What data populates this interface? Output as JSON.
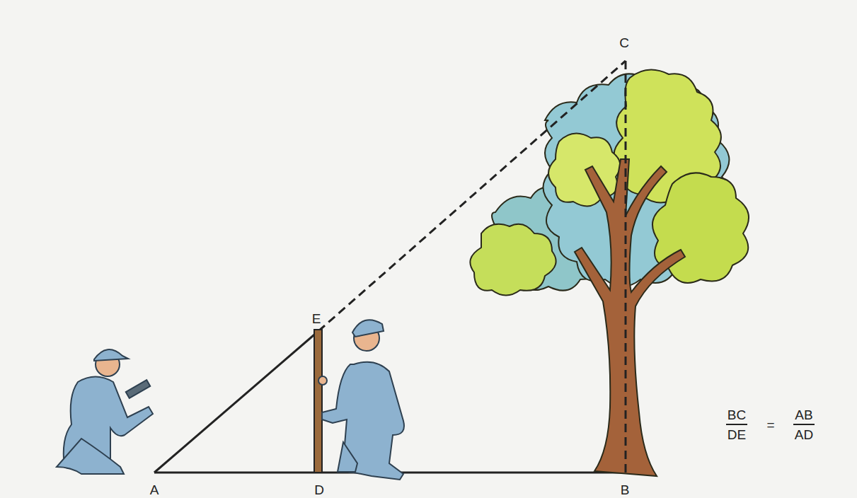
{
  "diagram": {
    "labels": [
      "C",
      "E",
      "A",
      "D",
      "B",
      "BC",
      "DE",
      "=",
      "AB",
      "AD"
    ]
  }
}
